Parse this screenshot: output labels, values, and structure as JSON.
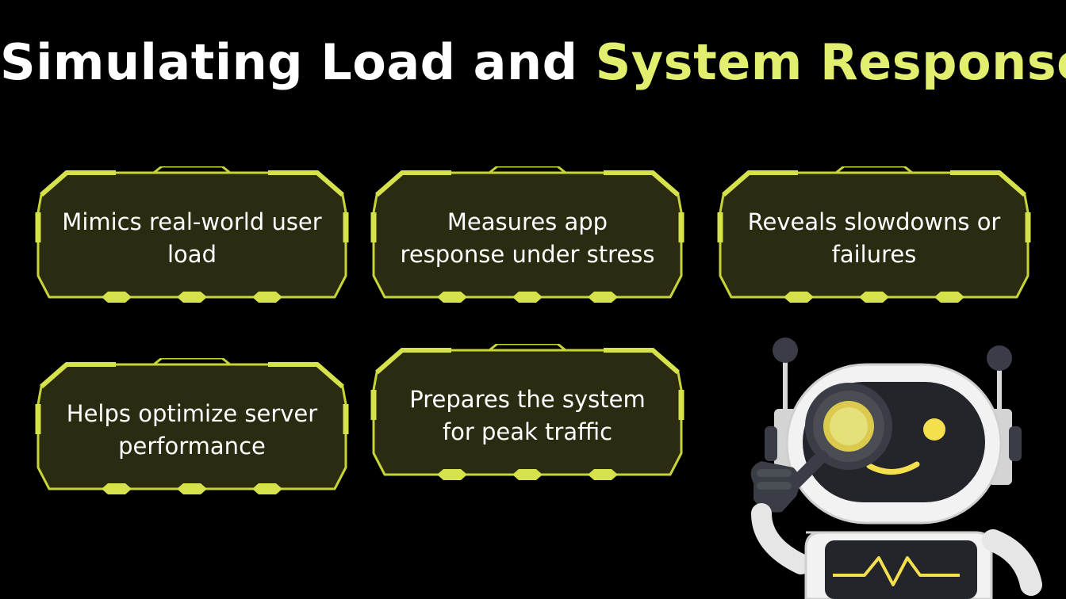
{
  "title": {
    "plain": "Simulating Load and",
    "accent": "System Response"
  },
  "cards": [
    {
      "label": "Mimics real-world user load"
    },
    {
      "label": "Measures app response under stress"
    },
    {
      "label": "Reveals slowdowns or failures"
    },
    {
      "label": "Helps optimize server performance"
    },
    {
      "label": "Prepares the system for peak traffic"
    }
  ],
  "colors": {
    "background": "#000000",
    "accent": "#e2ef6e",
    "card_fill": "#2a2b10",
    "card_border": "#c6d43a",
    "text": "#ffffff"
  },
  "illustration": {
    "name": "robot-with-magnifying-glass-icon"
  }
}
